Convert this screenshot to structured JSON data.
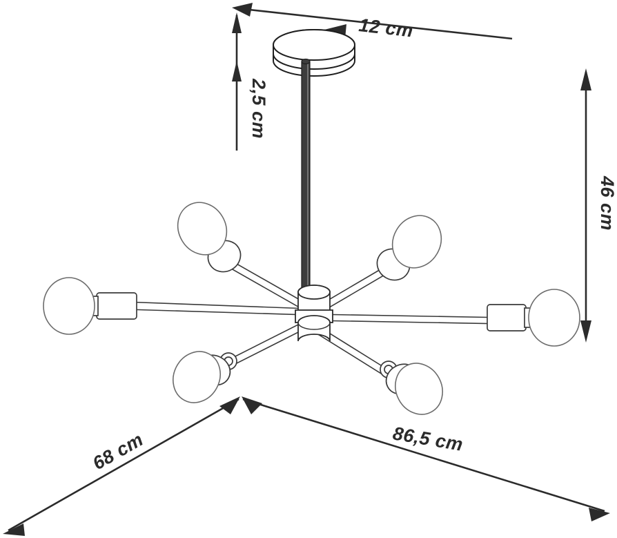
{
  "drawing": {
    "title": "Ceiling lamp technical dimension drawing",
    "background_color": "#ffffff",
    "line_color": "#2b2b2b",
    "outline_color": "#3a3a3a",
    "stem_color": "#3d3d3d"
  },
  "dimensions": {
    "canopy_diameter": {
      "label": "12 cm",
      "orientation": "diagonal-top",
      "measures": "canopy-diameter"
    },
    "canopy_height": {
      "label": "2,5 cm",
      "orientation": "vertical-rotated",
      "measures": "canopy-height"
    },
    "total_height": {
      "label": "46 cm",
      "orientation": "vertical-rotated",
      "measures": "overall-height"
    },
    "depth": {
      "label": "68 cm",
      "orientation": "diagonal-left",
      "measures": "depth-span"
    },
    "width": {
      "label": "86,5 cm",
      "orientation": "diagonal-right",
      "measures": "width-span"
    }
  },
  "lamp": {
    "canopy_name": "ceiling-canopy",
    "stem_name": "drop-rod",
    "hub_name": "central-hub",
    "bulb_count": 6,
    "bulbs": [
      {
        "id": "bulb-upper-left",
        "position": "upper-left"
      },
      {
        "id": "bulb-left",
        "position": "left"
      },
      {
        "id": "bulb-lower-left",
        "position": "lower-left"
      },
      {
        "id": "bulb-upper-right",
        "position": "upper-right"
      },
      {
        "id": "bulb-right",
        "position": "right"
      },
      {
        "id": "bulb-lower-right",
        "position": "lower-right"
      }
    ]
  }
}
